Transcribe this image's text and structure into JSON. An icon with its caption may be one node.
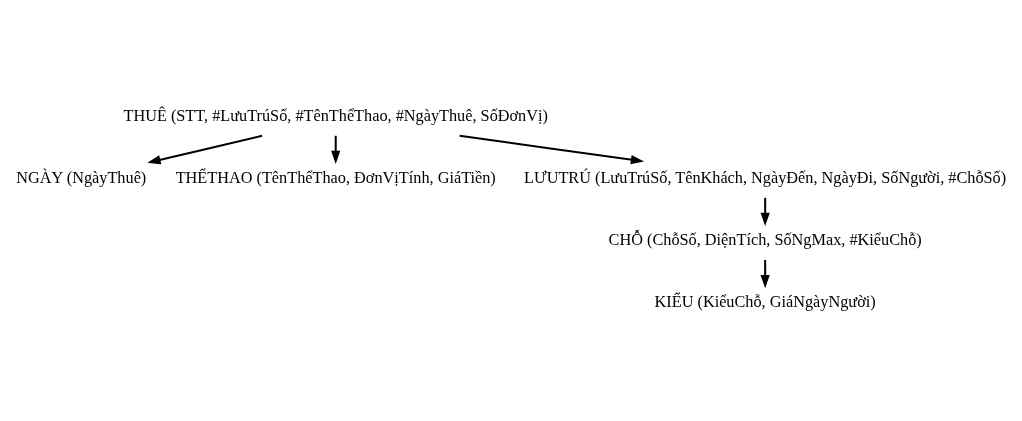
{
  "diagram": {
    "nodes": [
      {
        "text": [
          "THUÊ (STT, #LưuTrúSố, #TênThểThao, #NgàyThuê, SốĐơnVị)"
        ]
      },
      {
        "text": [
          "NGÀY (NgàyThuê)"
        ]
      },
      {
        "text": [
          "THỂTHAO (TênThểThao, ĐơnVịTính, GiáTiền)"
        ]
      },
      {
        "text": [
          "LƯUTRÚ (LưuTrúSố, TênKhách, NgàyĐến, NgàyĐi, SốNgười, #ChỗSố)"
        ]
      },
      {
        "text": [
          "CHỖ (ChỗSố, DiệnTích, SốNgMax, #KiểuChỗ)"
        ]
      },
      {
        "text": [
          "KIỂU (KiểuChỗ, GiáNgàyNgười)"
        ]
      }
    ],
    "edges": [
      {
        "from": 0,
        "to": 3,
        "arrow": "to"
      },
      {
        "from": 0,
        "to": 2,
        "arrow": "to"
      },
      {
        "from": 0,
        "to": 1,
        "arrow": "to"
      },
      {
        "from": 3,
        "to": 4,
        "arrow": "to"
      },
      {
        "from": 4,
        "to": 5,
        "arrow": "to"
      }
    ]
  }
}
